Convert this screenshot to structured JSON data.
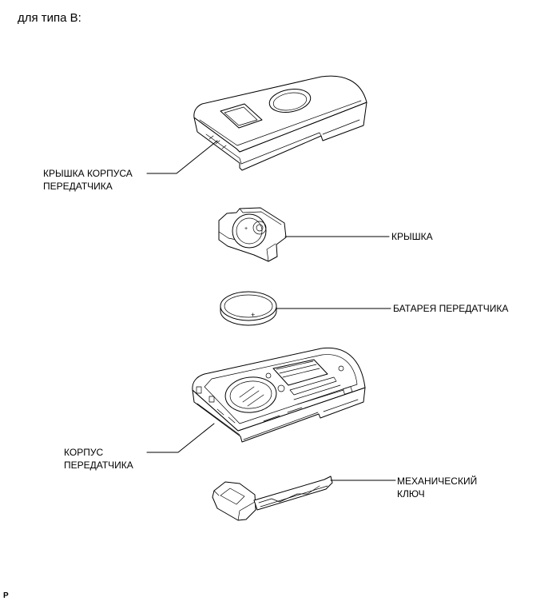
{
  "header": {
    "title": "для типа В:"
  },
  "labels": {
    "cover_line1": "КРЫШКА КОРПУСА",
    "cover_line2": "ПЕРЕДАТЧИКА",
    "lid": "КРЫШКА",
    "battery": "БАТАРЕЯ ПЕРЕДАТЧИКА",
    "case_line1": "КОРПУС",
    "case_line2": "ПЕРЕДАТЧИКА",
    "key_line1": "МЕХАНИЧЕСКИЙ",
    "key_line2": "КЛЮЧ"
  },
  "battery_symbol": "+",
  "footer": {
    "mark": "P"
  }
}
